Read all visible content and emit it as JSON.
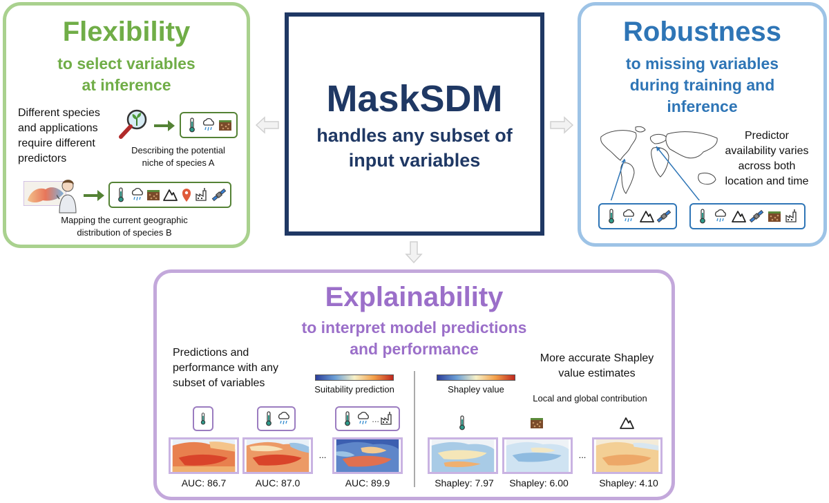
{
  "center": {
    "title": "MaskSDM",
    "subtitle_line1": "handles any subset of",
    "subtitle_line2": "input variables"
  },
  "flexibility": {
    "title": "Flexibility",
    "subtitle_line1": "to select variables",
    "subtitle_line2": "at inference",
    "text_lines": [
      "Different species",
      "and applications",
      "require different",
      "predictors"
    ],
    "caption_a_line1": "Describing the potential",
    "caption_a_line2": "niche of species A",
    "caption_b_line1": "Mapping the current geographic",
    "caption_b_line2": "distribution of species B"
  },
  "robustness": {
    "title": "Robustness",
    "subtitle_line1": "to missing variables",
    "subtitle_line2": "during training and",
    "subtitle_line3": "inference",
    "text_lines": [
      "Predictor",
      "availability varies",
      "across both",
      "location and time"
    ]
  },
  "explainability": {
    "title": "Explainability",
    "subtitle_line1": "to interpret model predictions",
    "subtitle_line2": "and performance",
    "left_text_lines": [
      "Predictions and",
      "performance with any",
      "subset of variables"
    ],
    "right_text_line1": "More accurate Shapley",
    "right_text_line2": "value estimates",
    "local_global": "Local and global contribution",
    "suitability_label": "Suitability prediction",
    "shapley_label": "Shapley value",
    "ellipsis": "...",
    "auc_labels": [
      "AUC: 86.7",
      "AUC: 87.0",
      "AUC: 89.9"
    ],
    "shapley_labels": [
      "Shapley: 7.97",
      "Shapley: 6.00",
      "Shapley: 4.10"
    ]
  },
  "colors": {
    "flex_green": "#70ad47",
    "flex_border": "#a9d18e",
    "robust_blue": "#2e75b6",
    "robust_border": "#9dc3e6",
    "explain_purple": "#9b6fc9",
    "explain_border": "#c3a8db",
    "center_navy": "#1f3864"
  },
  "icons": [
    "thermometer-icon",
    "rain-cloud-icon",
    "soil-icon",
    "mountain-icon",
    "location-pin-icon",
    "factory-icon",
    "satellite-icon",
    "magnifier-plant-icon",
    "person-icon"
  ]
}
